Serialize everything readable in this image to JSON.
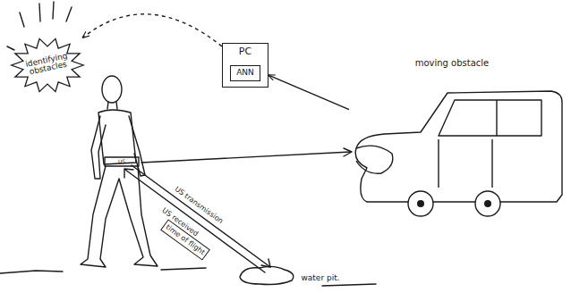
{
  "diagram": {
    "nodes": [
      {
        "text": [
          "identifying obstacles"
        ]
      },
      {
        "text": [
          "PC"
        ]
      },
      {
        "text": [
          "ANN"
        ],
        "in": 1
      },
      {
        "text": [
          "moving obstacle"
        ]
      },
      {
        "text": [
          "time of flight"
        ]
      }
    ],
    "edges": [
      {
        "from": 3,
        "to": 1,
        "arrow": "to"
      },
      {
        "from": 1,
        "to": 0,
        "arrow": "to"
      }
    ],
    "labels": [
      "US",
      "US transmission",
      "US received",
      "water pit."
    ]
  }
}
